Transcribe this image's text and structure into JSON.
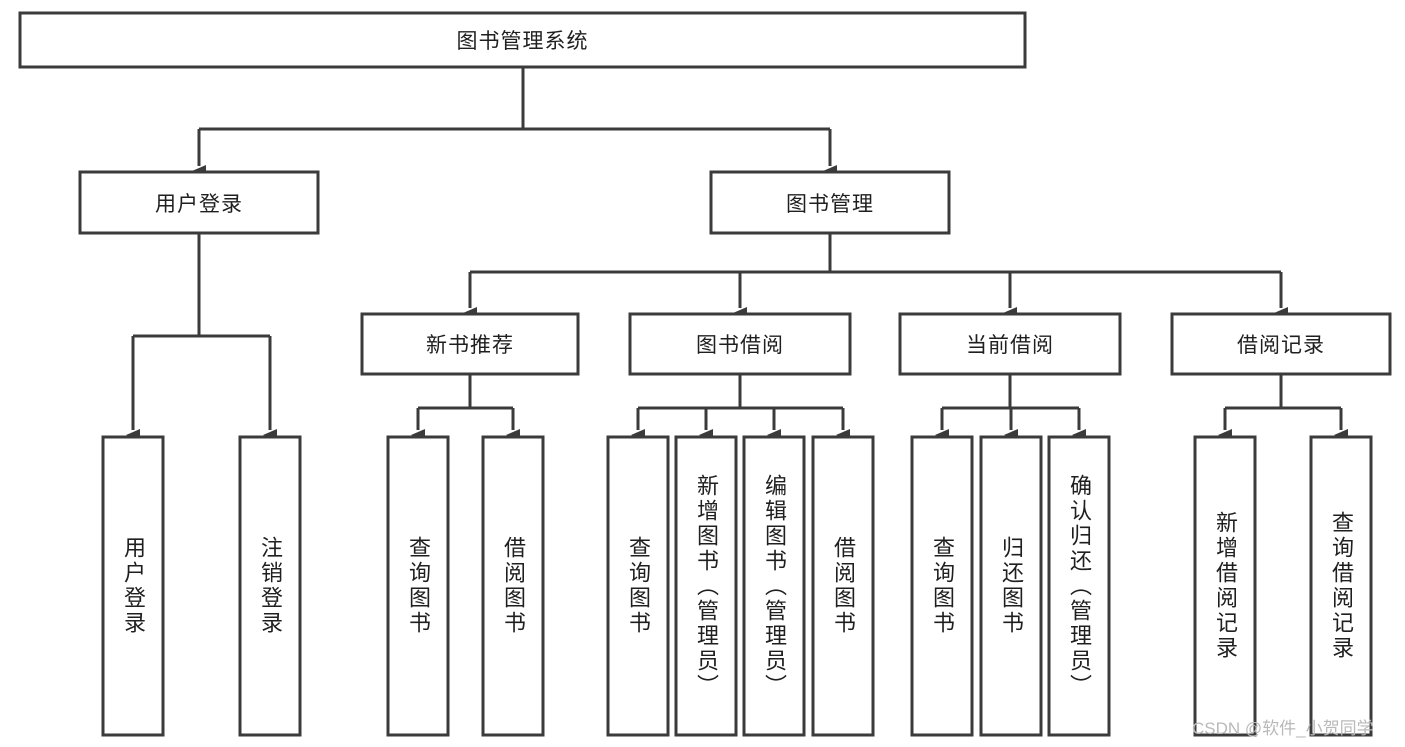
{
  "diagram": {
    "type": "tree-hierarchy",
    "title": "图书管理系统",
    "watermark": "CSDN @软件_小贺同学",
    "colors": {
      "stroke": "#3b3b3b",
      "box_fill": "#ffffff",
      "text": "#1f1f1f",
      "watermark": "#b9b9b9",
      "background": "#ffffff"
    },
    "nodes": {
      "root": {
        "label": "图书管理系统",
        "level": 1,
        "orientation": "horizontal"
      },
      "l2_0": {
        "label": "用户登录",
        "level": 2,
        "orientation": "horizontal"
      },
      "l2_1": {
        "label": "图书管理",
        "level": 2,
        "orientation": "horizontal"
      },
      "l3_0": {
        "label": "新书推荐",
        "level": 3,
        "orientation": "horizontal"
      },
      "l3_1": {
        "label": "图书借阅",
        "level": 3,
        "orientation": "horizontal"
      },
      "l3_2": {
        "label": "当前借阅",
        "level": 3,
        "orientation": "horizontal"
      },
      "l3_3": {
        "label": "借阅记录",
        "level": 3,
        "orientation": "horizontal"
      },
      "leaf_0": {
        "label": "用户登录",
        "level": 4,
        "orientation": "vertical",
        "parent": "用户登录"
      },
      "leaf_1": {
        "label": "注销登录",
        "level": 4,
        "orientation": "vertical",
        "parent": "用户登录"
      },
      "leaf_2": {
        "label": "查询图书",
        "level": 4,
        "orientation": "vertical",
        "parent": "新书推荐"
      },
      "leaf_3": {
        "label": "借阅图书",
        "level": 4,
        "orientation": "vertical",
        "parent": "新书推荐"
      },
      "leaf_4": {
        "label": "查询图书",
        "level": 4,
        "orientation": "vertical",
        "parent": "图书借阅"
      },
      "leaf_5": {
        "label": "新增图书（管理员）",
        "level": 4,
        "orientation": "vertical",
        "parent": "图书借阅"
      },
      "leaf_6": {
        "label": "编辑图书（管理员）",
        "level": 4,
        "orientation": "vertical",
        "parent": "图书借阅"
      },
      "leaf_7": {
        "label": "借阅图书",
        "level": 4,
        "orientation": "vertical",
        "parent": "图书借阅"
      },
      "leaf_8": {
        "label": "查询图书",
        "level": 4,
        "orientation": "vertical",
        "parent": "当前借阅"
      },
      "leaf_9": {
        "label": "归还图书",
        "level": 4,
        "orientation": "vertical",
        "parent": "当前借阅"
      },
      "leaf_10": {
        "label": "确认归还（管理员）",
        "level": 4,
        "orientation": "vertical",
        "parent": "当前借阅"
      },
      "leaf_11": {
        "label": "新增借阅记录",
        "level": 4,
        "orientation": "vertical",
        "parent": "借阅记录"
      },
      "leaf_12": {
        "label": "查询借阅记录",
        "level": 4,
        "orientation": "vertical",
        "parent": "借阅记录"
      }
    }
  }
}
